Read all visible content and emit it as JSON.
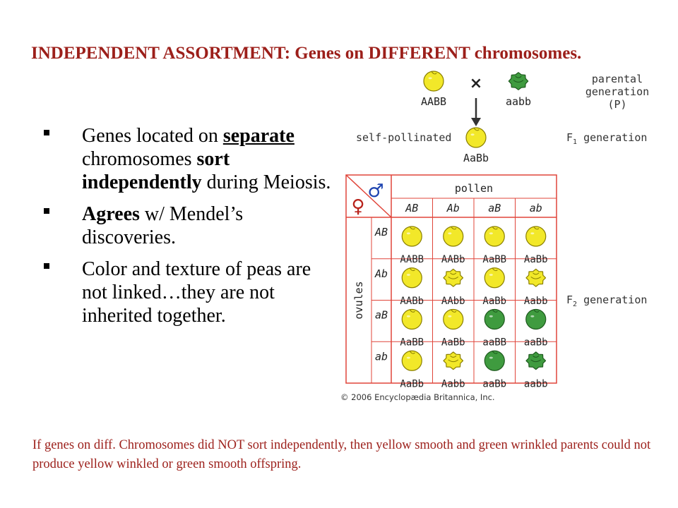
{
  "title": "INDEPENDENT ASSORTMENT:  Genes on DIFFERENT chromosomes.",
  "bullets": [
    {
      "parts": [
        {
          "text": "Genes located on ",
          "style": "plain"
        },
        {
          "text": "separate",
          "style": "underline-bold"
        },
        {
          "text": " chromosomes ",
          "style": "plain"
        },
        {
          "text": "sort independently",
          "style": "bold"
        },
        {
          "text": " during Meiosis.",
          "style": "plain"
        }
      ]
    },
    {
      "parts": [
        {
          "text": "Agrees",
          "style": "bold"
        },
        {
          "text": " w/ Mendel’s discoveries.",
          "style": "plain"
        }
      ]
    },
    {
      "parts": [
        {
          "text": "Color and texture of peas are not linked…they are not inherited together.",
          "style": "plain"
        }
      ]
    }
  ],
  "note": "If genes on diff. Chromosomes did NOT sort independently, then yellow smooth and green wrinkled parents could not produce yellow winkled or green smooth offspring.",
  "diagram": {
    "parents": [
      {
        "genotype": "AABB",
        "pea": "yellow-smooth"
      },
      {
        "genotype": "aabb",
        "pea": "green-wrinkled"
      }
    ],
    "cross_symbol": "×",
    "parental_label": [
      "parental",
      "generation",
      "(P)"
    ],
    "self_pollinated": "self-pollinated",
    "f1": {
      "genotype": "AaBb",
      "pea": "yellow-smooth"
    },
    "f1_label": {
      "letter": "F",
      "sub": "1",
      "rest": " generation"
    },
    "f2_label": {
      "letter": "F",
      "sub": "2",
      "rest": " generation"
    },
    "female_symbol": "♀",
    "male_symbol": "♂",
    "pollen_label": "pollen",
    "ovules_label": "ovules",
    "pollen_gametes": [
      "AB",
      "Ab",
      "aB",
      "ab"
    ],
    "ovule_gametes": [
      "AB",
      "Ab",
      "aB",
      "ab"
    ],
    "grid": [
      [
        {
          "g": "AABB",
          "pea": "yellow-smooth"
        },
        {
          "g": "AABb",
          "pea": "yellow-smooth"
        },
        {
          "g": "AaBB",
          "pea": "yellow-smooth"
        },
        {
          "g": "AaBb",
          "pea": "yellow-smooth"
        }
      ],
      [
        {
          "g": "AABb",
          "pea": "yellow-smooth"
        },
        {
          "g": "AAbb",
          "pea": "yellow-wrinkled"
        },
        {
          "g": "AaBb",
          "pea": "yellow-smooth"
        },
        {
          "g": "Aabb",
          "pea": "yellow-wrinkled"
        }
      ],
      [
        {
          "g": "AaBB",
          "pea": "yellow-smooth"
        },
        {
          "g": "AaBb",
          "pea": "yellow-smooth"
        },
        {
          "g": "aaBB",
          "pea": "green-smooth"
        },
        {
          "g": "aaBb",
          "pea": "green-smooth"
        }
      ],
      [
        {
          "g": "AaBb",
          "pea": "yellow-smooth"
        },
        {
          "g": "Aabb",
          "pea": "yellow-wrinkled"
        },
        {
          "g": "aaBb",
          "pea": "green-smooth"
        },
        {
          "g": "aabb",
          "pea": "green-wrinkled"
        }
      ]
    ],
    "copyright": "© 2006 Encyclopædia Britannica, Inc.",
    "colors": {
      "grid_line": "#e0453a",
      "yellow": "#f2e829",
      "yellow_dark": "#8a7f00",
      "green": "#3f9b3f",
      "green_dark": "#1e5a1e",
      "title": "#9c1f1a"
    }
  }
}
